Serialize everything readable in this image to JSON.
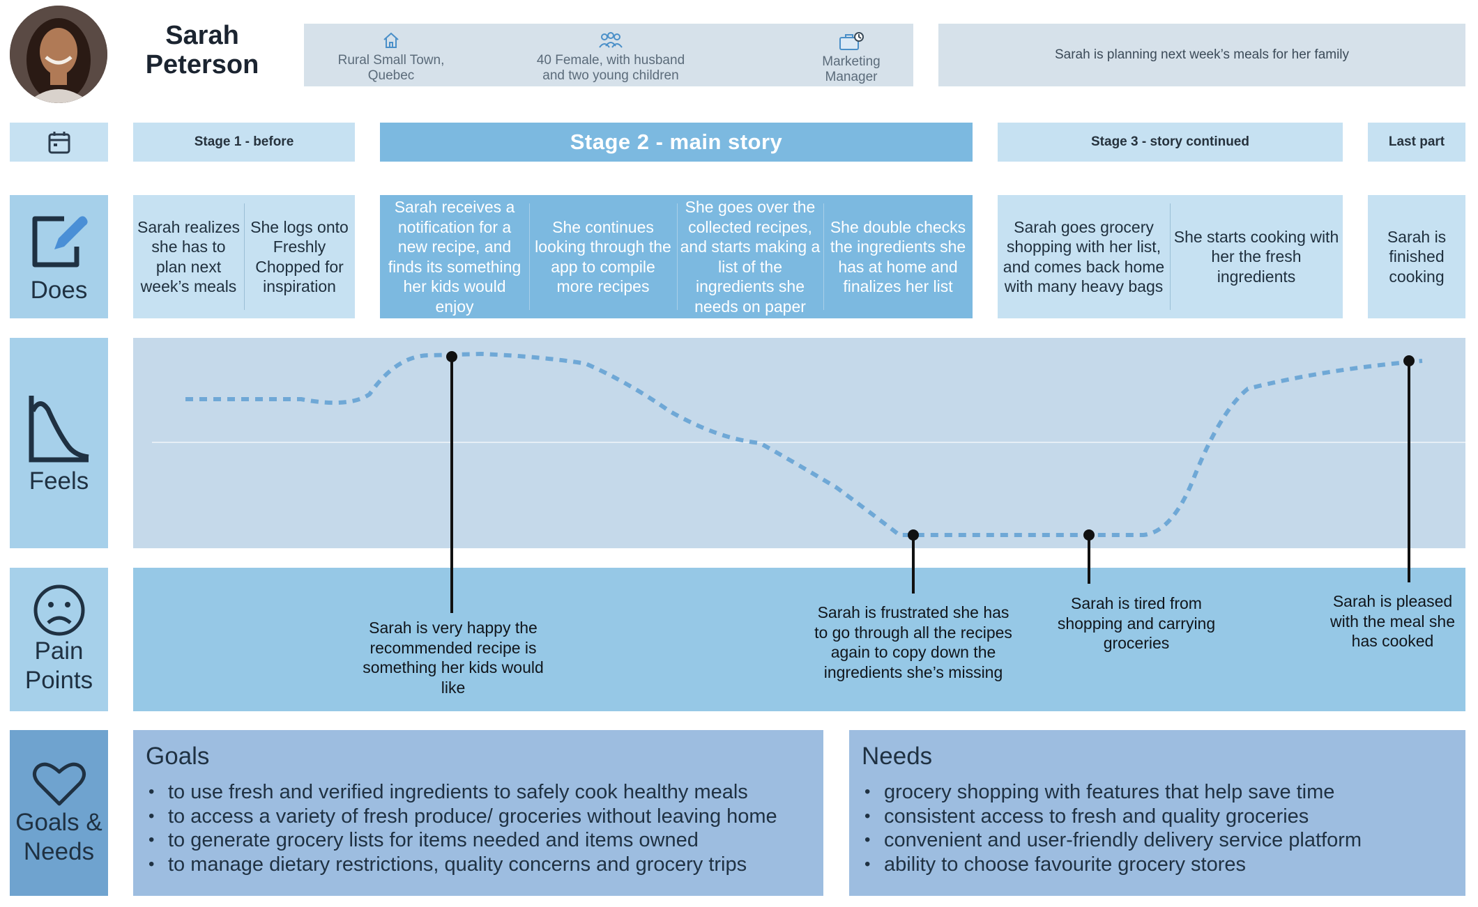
{
  "persona": {
    "name_first": "Sarah",
    "name_last": "Peterson",
    "avatar_icon": "user-portrait-photo",
    "location": "Rural Small Town, Quebec",
    "demographics": "40 Female, with husband and two young children",
    "occupation": "Marketing Manager",
    "scenario": "Sarah is planning next week’s meals for her family"
  },
  "stages": {
    "stage1": "Stage 1 - before",
    "stage2": "Stage 2 - main story",
    "stage3": "Stage 3 - story continued",
    "stage4": "Last part"
  },
  "rows": {
    "does": "Does",
    "feels": "Feels",
    "pain_points_1": "Pain",
    "pain_points_2": "Points",
    "goals_needs_1": "Goals &",
    "goals_needs_2": "Needs"
  },
  "does": {
    "s1a": "Sarah realizes she has to plan next week’s meals",
    "s1b": "She logs onto Freshly Chopped for inspiration",
    "s2a": "Sarah receives a notification for a new recipe, and finds its something her kids would enjoy",
    "s2b": "She continues looking through the app to compile more recipes",
    "s2c": "She goes over the collected recipes, and starts making a list of the ingredients she needs on paper",
    "s2d": "She double checks the ingredients she has at home and finalizes her list",
    "s3a": "Sarah goes grocery shopping with her list, and comes back home with many heavy bags",
    "s3b": "She starts cooking with her the fresh ingredients",
    "s4a": "Sarah is finished cooking"
  },
  "pain_points": {
    "happy": "Sarah is very happy the recommended recipe is something her kids would like",
    "frustrated": "Sarah is frustrated she has to go through all the recipes again to copy down the ingredients she’s missing",
    "tired": "Sarah is tired from shopping and carrying groceries",
    "pleased": "Sarah is pleased with the meal she has cooked"
  },
  "goals": {
    "title": "Goals",
    "items": [
      "to use fresh and verified ingredients to safely cook healthy meals",
      "to access a variety of fresh produce/ groceries without leaving home",
      "to generate grocery lists for items needed and items owned",
      "to manage dietary restrictions, quality concerns and grocery trips"
    ]
  },
  "needs": {
    "title": "Needs",
    "items": [
      "grocery shopping with features that help save time",
      "consistent access to fresh and quality groceries",
      "convenient and user-friendly delivery service platform",
      "ability to choose favourite grocery stores"
    ]
  },
  "colors": {
    "light_blue": "#c6e1f2",
    "main_blue": "#7cb9e0",
    "feels_bg": "#c5d9ea",
    "pains_bg": "#96c8e6",
    "goals_bg": "#9dbde0",
    "emotion_line": "#6fa8d6"
  }
}
